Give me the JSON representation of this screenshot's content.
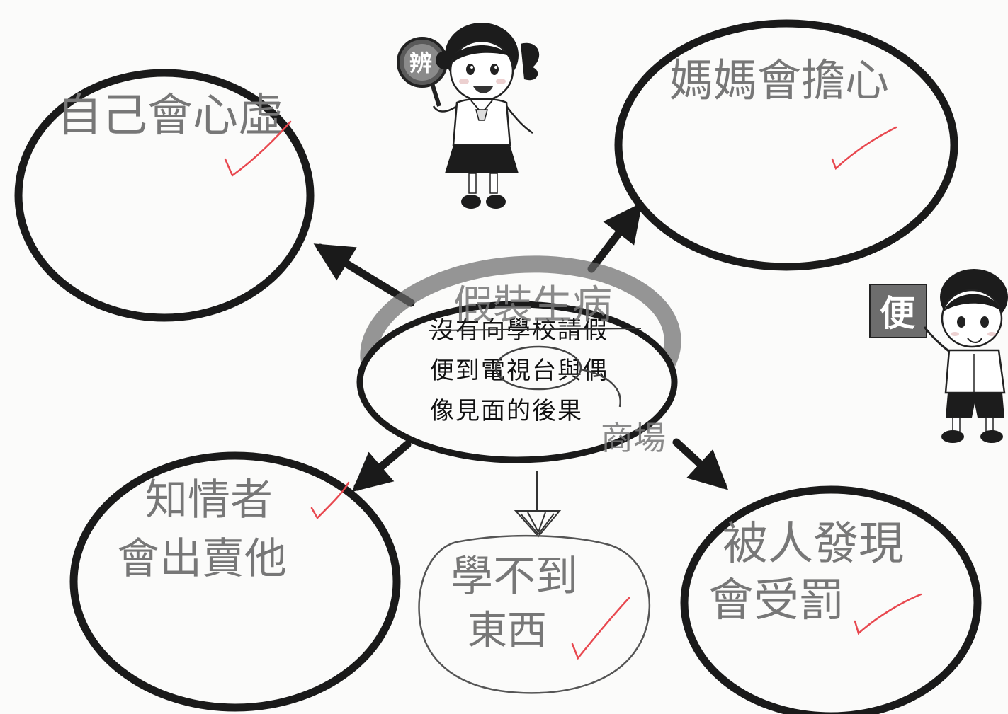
{
  "center": {
    "lines": [
      "沒有向學校請假",
      "便到電視台與偶",
      "像見面的後果"
    ],
    "handwritten_above": "假裝生病",
    "handwritten_below": "商場"
  },
  "bubbles": {
    "top_left": {
      "lines": [
        "自己會心虛"
      ]
    },
    "top_right": {
      "lines": [
        "媽媽會擔心"
      ]
    },
    "bottom_left": {
      "lines": [
        "知情者",
        "會出賣他"
      ]
    },
    "bottom_right": {
      "lines": [
        "被人發現",
        "會受罰"
      ]
    },
    "bottom_middle": {
      "lines": [
        "學不到",
        "東西"
      ]
    }
  },
  "characters": {
    "girl_sign": "辨",
    "boy_sign": "便"
  },
  "colors": {
    "outline": "#1a1a1a",
    "handwriting": "#777777",
    "checkmark": "#e8484f",
    "paper": "#fbfbfa",
    "boy_sign_bg": "#6d6d6d"
  }
}
